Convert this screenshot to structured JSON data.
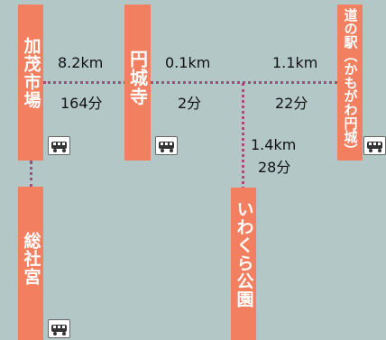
{
  "stations": {
    "kamo_ichiba": "加茂市場",
    "enjoji": "円城寺",
    "michinoeki": "道の駅（かもがわ円城）",
    "soja": "総社宮",
    "iwakura": "いわくら公園"
  },
  "segments": {
    "kamo_enjoji": {
      "distance": "8.2km",
      "time": "164分"
    },
    "enjoji_junction": {
      "distance": "0.1km",
      "time": "2分"
    },
    "junction_michinoeki": {
      "distance": "1.1km",
      "time": "22分"
    },
    "junction_iwakura": {
      "distance": "1.4km",
      "time": "28分"
    }
  },
  "icons": {
    "bus_stop": "bus-icon"
  },
  "colors": {
    "background": "#b4c7c7",
    "station": "#f28060",
    "route": "#a84a7b"
  }
}
